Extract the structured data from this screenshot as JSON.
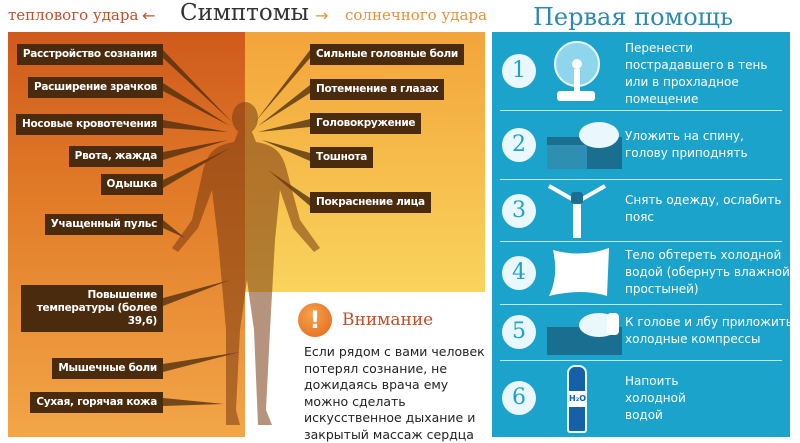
{
  "header": {
    "left_caption": "теплового удара",
    "left_arrow": "←",
    "title": "Симптомы",
    "right_arrow": "→",
    "right_caption": "солнечного удара"
  },
  "heatstroke_symptoms": [
    "Расстройство сознания",
    "Расширение зрачков",
    "Носовые кровотечения",
    "Рвота, жажда",
    "Одышка",
    "Учащенный пульс",
    "Повышение температуры (более 39,6)",
    "Мышечные боли",
    "Сухая, горячая кожа"
  ],
  "sunstroke_symptoms": [
    "Сильные головные боли",
    "Потемнение в глазах",
    "Головокружение",
    "Тошнота",
    "Покраснение лица"
  ],
  "warning": {
    "icon": "exclamation-icon",
    "title": "Внимание",
    "lines": [
      "Если рядом с вами человек",
      "потерял сознание, не",
      "дожидаясь врача ему",
      "можно сделать",
      "искусственное дыхание и",
      "закрытый массаж сердца"
    ]
  },
  "first_aid": {
    "title": "Первая помощь",
    "steps": [
      {
        "num": "1",
        "icon": "fan-icon",
        "text": "Перенести пострадавшего в тень или в прохладное помещение"
      },
      {
        "num": "2",
        "icon": "lying-person-icon",
        "text": "Уложить на спину, голову приподнять"
      },
      {
        "num": "3",
        "icon": "zipper-icon",
        "text": "Снять одежду, ослабить пояс"
      },
      {
        "num": "4",
        "icon": "wet-sheet-icon",
        "text": "Тело обтереть холодной водой (обернуть влажной простыней)"
      },
      {
        "num": "5",
        "icon": "cold-compress-icon",
        "text": "К голове и лбу приложить холодные компрессы"
      },
      {
        "num": "6",
        "icon": "water-bottle-icon",
        "text": "Напоить холодной водой",
        "bottle_label": "H₂O"
      }
    ]
  },
  "colors": {
    "heat": "#cf5a1c",
    "sun": "#f7c14e",
    "label_bg": "#4b2b0e",
    "aid_blue": "#1ba3cc",
    "title_blue": "#2a8ab0"
  }
}
